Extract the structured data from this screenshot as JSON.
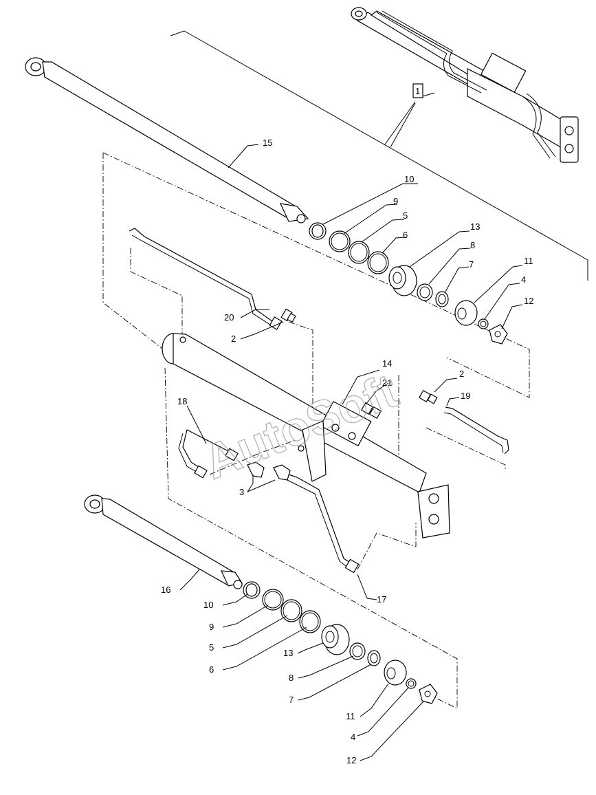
{
  "watermark": "AutoSoft",
  "inset_callout": "1",
  "labels": {
    "upper_rod": "15",
    "upper_ring_10": "10",
    "upper_ring_9": "9",
    "upper_ring_5": "5",
    "upper_ring_6": "6",
    "upper_piston_13": "13",
    "upper_ring_8": "8",
    "upper_ring_7": "7",
    "upper_nut_11": "11",
    "upper_ring_4": "4",
    "upper_nut_12": "12",
    "upper_pipe_20": "20",
    "upper_fitting_2": "2",
    "barrel_fitting_14": "14",
    "barrel_fitting_21": "21",
    "right_fitting_2": "2",
    "right_pipe_19": "19",
    "left_pipe_18": "18",
    "elbow_fittings_3": "3",
    "lower_rod": "16",
    "lower_pipe_17": "17",
    "lower_ring_10": "10",
    "lower_ring_9": "9",
    "lower_ring_5": "5",
    "lower_ring_6": "6",
    "lower_piston_13": "13",
    "lower_ring_8": "8",
    "lower_ring_7": "7",
    "lower_nut_11": "11",
    "lower_ring_4": "4",
    "lower_nut_12": "12"
  }
}
